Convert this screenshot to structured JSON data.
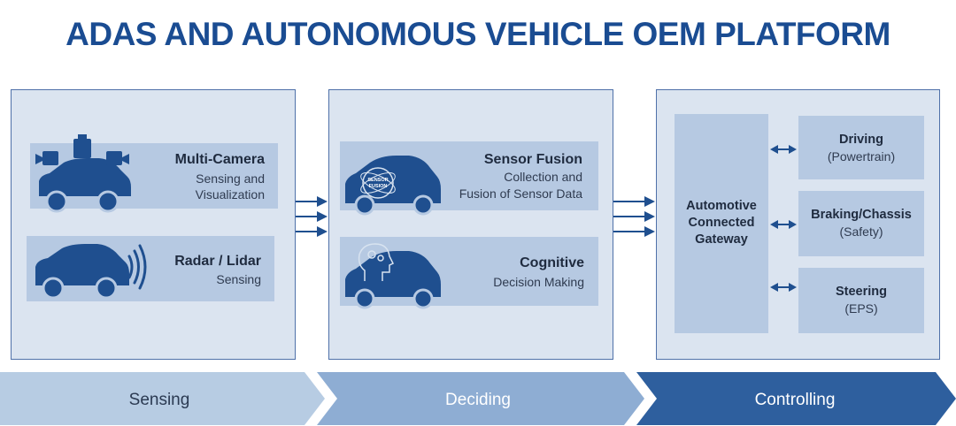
{
  "title": "ADAS AND AUTONOMOUS VEHICLE OEM PLATFORM",
  "sensing": {
    "multi_camera": {
      "title": "Multi-Camera",
      "line1": "Sensing and",
      "line2": "Visualization"
    },
    "radar_lidar": {
      "title": "Radar / Lidar",
      "line1": "Sensing"
    }
  },
  "deciding": {
    "sensor_fusion": {
      "title": "Sensor Fusion",
      "line1": "Collection and",
      "line2": "Fusion of Sensor Data",
      "badge_line1": "SENSOR",
      "badge_line2": "FUSION"
    },
    "cognitive": {
      "title": "Cognitive",
      "line1": "Decision Making"
    }
  },
  "controlling": {
    "gateway": {
      "line1": "Automotive",
      "line2": "Connected",
      "line3": "Gateway"
    },
    "outputs": [
      {
        "title": "Driving",
        "sub": "(Powertrain)"
      },
      {
        "title": "Braking/Chassis",
        "sub": "(Safety)"
      },
      {
        "title": "Steering",
        "sub": "(EPS)"
      }
    ]
  },
  "steps": [
    "Sensing",
    "Deciding",
    "Controlling"
  ],
  "colors": {
    "title": "#1a4c92",
    "panel_bg": "#dbe4f0",
    "block_bg": "#b6c9e2",
    "car": "#1f4f8f",
    "arrow": "#1f4f8f",
    "step1": "#b7cce3",
    "step2": "#8eadd3",
    "step3": "#2e5f9e"
  }
}
